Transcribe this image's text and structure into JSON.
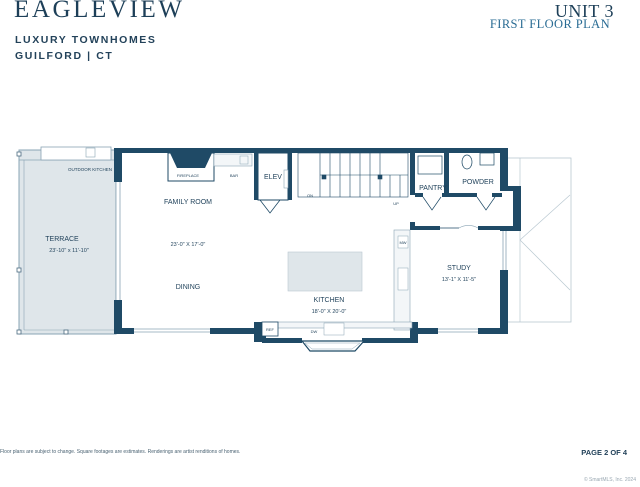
{
  "header": {
    "brand": "EAGLEVIEW",
    "tagline_1": "LUXURY TOWNHOMES",
    "tagline_2": "GUILFORD | CT",
    "unit": "UNIT 3",
    "floor": "FIRST FLOOR PLAN"
  },
  "plan": {
    "rooms": {
      "terrace_name": "TERRACE",
      "terrace_dims": "23'-10\" x 11'-10\"",
      "outdoor_kitchen": "OUTDOOR KITCHEN",
      "family_room": "FAMILY ROOM",
      "fireplace": "FIREPLACE",
      "bar": "BAR",
      "great_room_dims": "23'-0\" X 17'-0\"",
      "dining": "DINING",
      "elev": "ELEV",
      "pantry": "PANTRY",
      "powder": "POWDER",
      "study": "STUDY",
      "study_dims": "13'-1\" X 11'-5\"",
      "kitchen": "KITCHEN",
      "kitchen_dims": "18'-0\" X 20'-0\"",
      "mw": "MW",
      "ref": "REF",
      "dw": "DW",
      "on": "ON",
      "up": "UP"
    }
  },
  "footer": {
    "disclaimer": "Floor plans are subject to change. Square footages are estimates. Renderings are artist renditions of homes.",
    "page": "PAGE 2 OF 4",
    "watermark": "© SmartMLS, Inc. 2024"
  }
}
